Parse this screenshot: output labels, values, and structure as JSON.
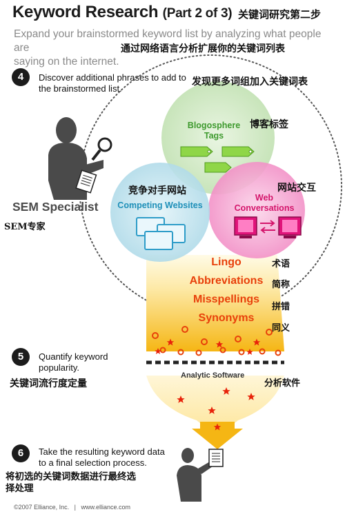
{
  "header": {
    "title_main": "Keyword Research",
    "title_part": "(Part 2 of 3)",
    "title_cn": "关键词研究第二步",
    "subtitle_line1": "Expand your brainstormed keyword list by analyzing what people are",
    "subtitle_line2": "saying on the internet.",
    "subtitle_cn": "通过网络语言分析扩展你的关键词列表"
  },
  "steps": [
    {
      "number": "4",
      "line1": "Discover additional phrases to add to",
      "line2": "the brainstormed list.",
      "cn": "发现更多词组加入关键词表"
    },
    {
      "number": "5",
      "line1": "Quantify keyword",
      "line2": "popularity.",
      "cn": "关键词流行度定量"
    },
    {
      "number": "6",
      "line1": "Take the resulting keyword data",
      "line2": "to a final selection process.",
      "cn_line1": "将初选的关键词数据进行最终选",
      "cn_line2": "择处理"
    }
  ],
  "specialist": {
    "label": "SEM Specialist",
    "cn": "SEM专家"
  },
  "sources": [
    {
      "label_line1": "Blogosphere",
      "label_line2": "Tags",
      "cn": "博客标签",
      "color": "#3e9a2e"
    },
    {
      "label_line1": "Competing Websites",
      "label_line2": "",
      "cn": "竞争对手网站",
      "color": "#1d8fb8"
    },
    {
      "label_line1": "Web",
      "label_line2": "Conversations",
      "cn": "网站交互",
      "color": "#d4146b"
    }
  ],
  "funnel_terms": [
    {
      "en": "Lingo",
      "cn": "术语"
    },
    {
      "en": "Abbreviations",
      "cn": "简称"
    },
    {
      "en": "Misspellings",
      "cn": "拼错"
    },
    {
      "en": "Synonyms",
      "cn": "同义"
    }
  ],
  "analytic": {
    "label": "Analytic Software",
    "cn": "分析软件"
  },
  "footer": {
    "text": "©2007 Elliance, Inc.   |   www.elliance.com"
  },
  "colors": {
    "funnel_top": "#fde9a6",
    "funnel_bottom": "#f5b614",
    "accent_orange": "#e8400a",
    "blog_circle": "#cfe8c4",
    "competing_circle": "#bfe3ee",
    "web_circle": "#f6a8d6"
  }
}
